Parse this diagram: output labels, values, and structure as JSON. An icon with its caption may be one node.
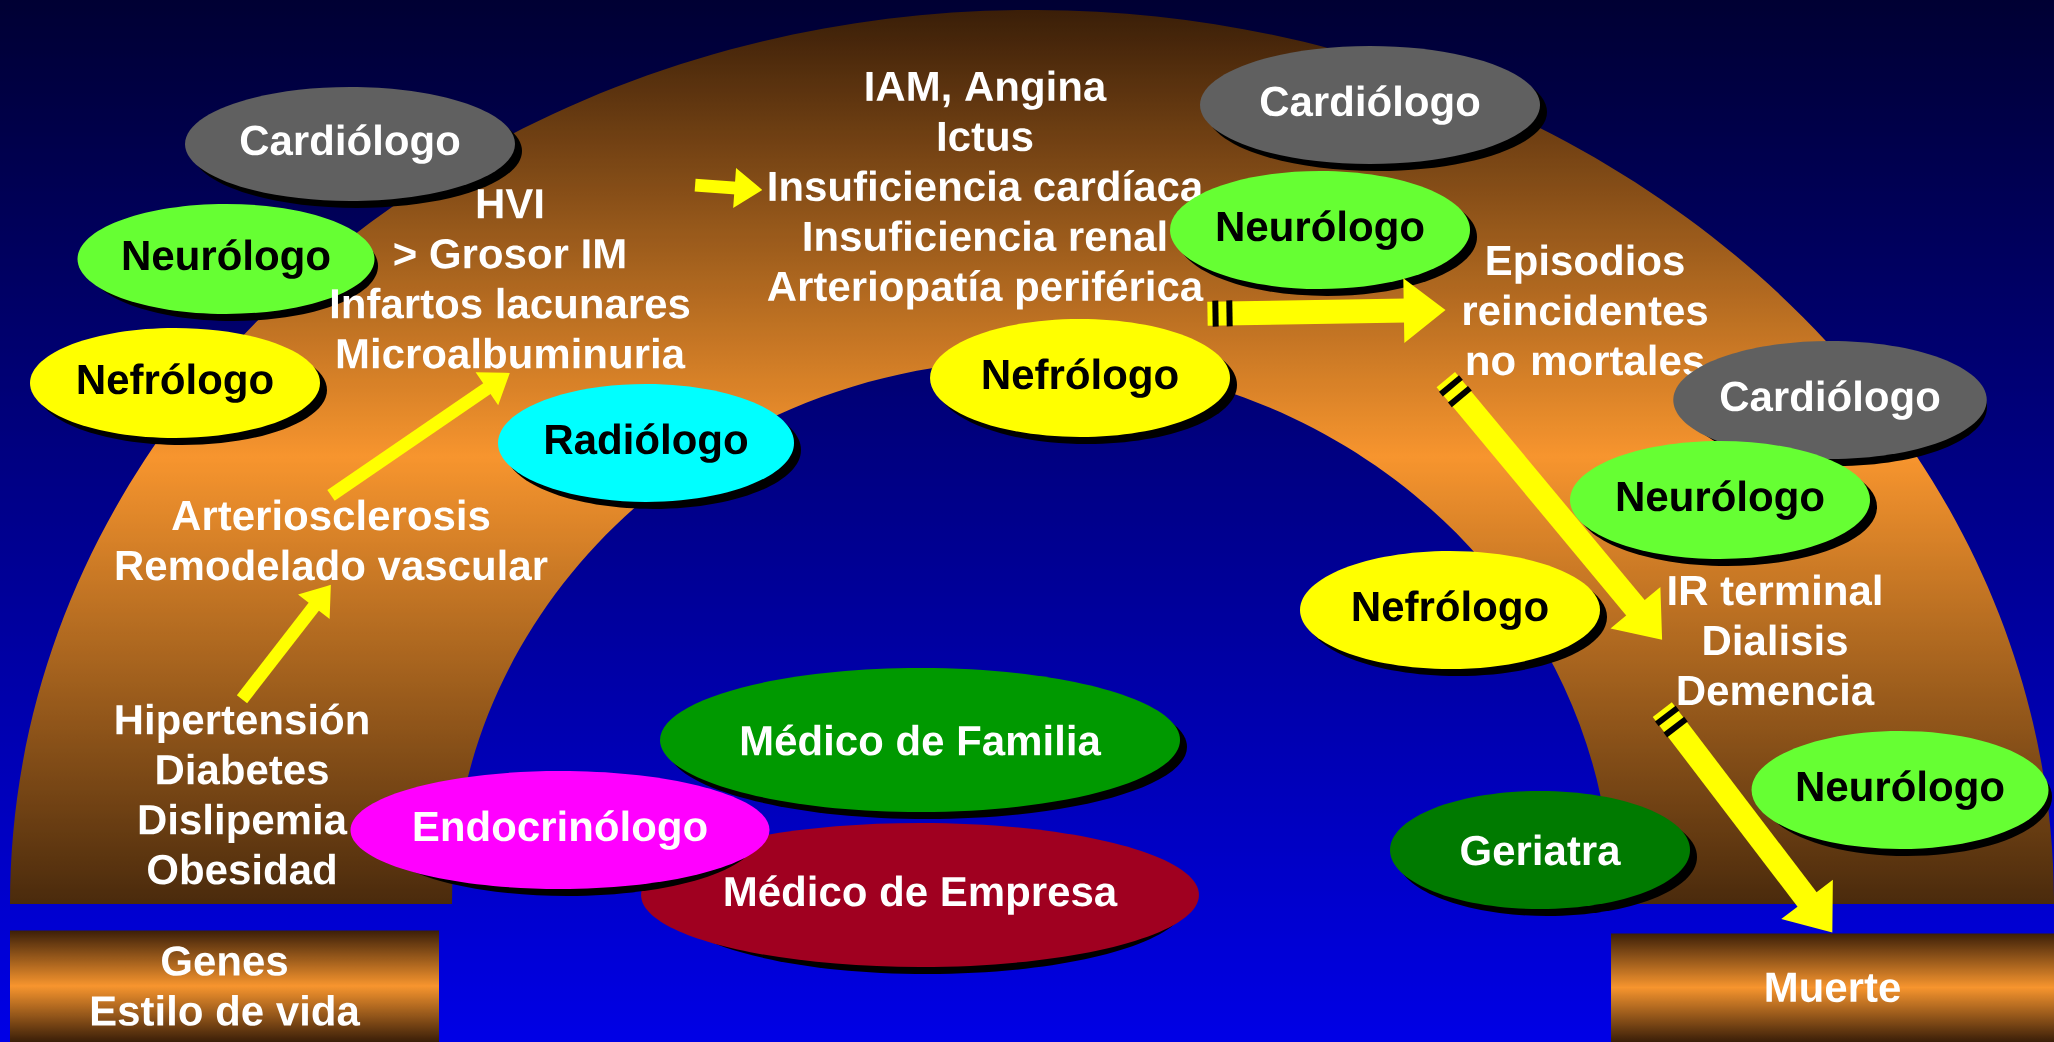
{
  "diagram": {
    "nodes": [
      {
        "text": [
          "Cardiólogo"
        ]
      },
      {
        "text": [
          "Neurólogo"
        ]
      },
      {
        "text": [
          "Nefrólogo"
        ]
      },
      {
        "text": [
          "HVI",
          "> Grosor IM",
          "Infartos lacunares",
          "Microalbuminuria"
        ]
      },
      {
        "text": [
          "IAM, Angina",
          "Ictus",
          "Insuficiencia cardíaca",
          "Insuficiencia renal",
          "Arteriopatía periférica"
        ]
      },
      {
        "text": [
          "Cardiólogo"
        ]
      },
      {
        "text": [
          "Neurólogo"
        ]
      },
      {
        "text": [
          "Nefrólogo"
        ]
      },
      {
        "text": [
          "Episodios reincidentes no mortales"
        ]
      },
      {
        "text": [
          "Radiólogo"
        ]
      },
      {
        "text": [
          "Cardiólogo"
        ]
      },
      {
        "text": [
          "Neurólogo"
        ]
      },
      {
        "text": [
          "Arteriosclerosis",
          "Remodelado vascular"
        ]
      },
      {
        "text": [
          "Nefrólogo"
        ]
      },
      {
        "text": [
          "IR terminal",
          "Dialisis",
          "Demencia"
        ]
      },
      {
        "text": [
          "Hipertensión",
          "Diabetes",
          "Dislipemia",
          "Obesidad"
        ]
      },
      {
        "text": [
          "Médico de Familia"
        ]
      },
      {
        "text": [
          "Médico de Empresa"
        ]
      },
      {
        "text": [
          "Endocrinólogo"
        ]
      },
      {
        "text": [
          "Neurólogo"
        ]
      },
      {
        "text": [
          "Geriatra"
        ]
      },
      {
        "text": [
          "Genes",
          "Estilo de vida"
        ]
      },
      {
        "text": [
          "Muerte"
        ]
      }
    ],
    "edges": [
      {
        "from": 15,
        "to": 12,
        "arrow": "to"
      },
      {
        "from": 12,
        "to": 3,
        "arrow": "to"
      },
      {
        "from": 3,
        "to": 4,
        "arrow": "to"
      },
      {
        "from": 4,
        "to": 8,
        "arrow": "to",
        "style": "thick"
      },
      {
        "from": 8,
        "to": 14,
        "arrow": "to",
        "style": "thick"
      },
      {
        "from": 14,
        "to": 22,
        "arrow": "to",
        "style": "thick"
      }
    ]
  }
}
